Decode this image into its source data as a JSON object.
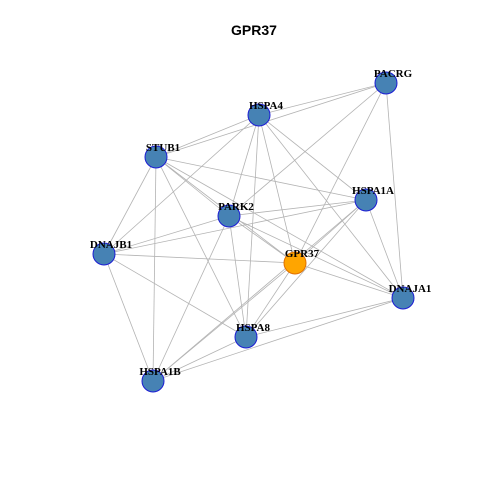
{
  "title": "GPR37",
  "colors": {
    "node_fill": "#4682b4",
    "node_stroke": "#1c1cd4",
    "focus_fill": "#ffa500",
    "focus_stroke": "#e07000",
    "edge": "#b3b3b3"
  },
  "nodes": [
    {
      "id": "PACRG",
      "label": "PACRG",
      "focus": false
    },
    {
      "id": "HSPA4",
      "label": "HSPA4",
      "focus": false
    },
    {
      "id": "STUB1",
      "label": "STUB1",
      "focus": false
    },
    {
      "id": "HSPA1A",
      "label": "HSPA1A",
      "focus": false
    },
    {
      "id": "PARK2",
      "label": "PARK2",
      "focus": false
    },
    {
      "id": "DNAJB1",
      "label": "DNAJB1",
      "focus": false
    },
    {
      "id": "GPR37",
      "label": "GPR37",
      "focus": true
    },
    {
      "id": "DNAJA1",
      "label": "DNAJA1",
      "focus": false
    },
    {
      "id": "HSPA8",
      "label": "HSPA8",
      "focus": false
    },
    {
      "id": "HSPA1B",
      "label": "HSPA1B",
      "focus": false
    }
  ],
  "edges": [
    [
      "PACRG",
      "HSPA4"
    ],
    [
      "PACRG",
      "STUB1"
    ],
    [
      "PACRG",
      "PARK2"
    ],
    [
      "PACRG",
      "GPR37"
    ],
    [
      "PACRG",
      "DNAJA1"
    ],
    [
      "HSPA4",
      "STUB1"
    ],
    [
      "HSPA4",
      "PARK2"
    ],
    [
      "HSPA4",
      "DNAJB1"
    ],
    [
      "HSPA4",
      "GPR37"
    ],
    [
      "HSPA4",
      "HSPA8"
    ],
    [
      "HSPA4",
      "HSPA1A"
    ],
    [
      "HSPA4",
      "DNAJA1"
    ],
    [
      "STUB1",
      "PARK2"
    ],
    [
      "STUB1",
      "GPR37"
    ],
    [
      "STUB1",
      "HSPA1A"
    ],
    [
      "STUB1",
      "DNAJB1"
    ],
    [
      "STUB1",
      "HSPA8"
    ],
    [
      "STUB1",
      "HSPA1B"
    ],
    [
      "STUB1",
      "DNAJA1"
    ],
    [
      "HSPA1A",
      "PARK2"
    ],
    [
      "HSPA1A",
      "GPR37"
    ],
    [
      "HSPA1A",
      "DNAJA1"
    ],
    [
      "HSPA1A",
      "HSPA8"
    ],
    [
      "HSPA1A",
      "DNAJB1"
    ],
    [
      "HSPA1A",
      "HSPA1B"
    ],
    [
      "PARK2",
      "GPR37"
    ],
    [
      "PARK2",
      "DNAJB1"
    ],
    [
      "PARK2",
      "HSPA8"
    ],
    [
      "PARK2",
      "HSPA1B"
    ],
    [
      "PARK2",
      "DNAJA1"
    ],
    [
      "DNAJB1",
      "GPR37"
    ],
    [
      "DNAJB1",
      "HSPA8"
    ],
    [
      "DNAJB1",
      "HSPA1B"
    ],
    [
      "GPR37",
      "DNAJA1"
    ],
    [
      "GPR37",
      "HSPA8"
    ],
    [
      "GPR37",
      "HSPA1B"
    ],
    [
      "DNAJA1",
      "HSPA8"
    ],
    [
      "DNAJA1",
      "HSPA1B"
    ],
    [
      "HSPA8",
      "HSPA1B"
    ]
  ]
}
